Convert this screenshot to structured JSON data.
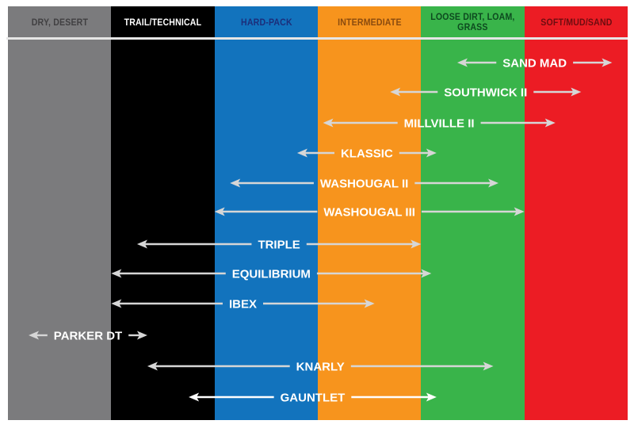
{
  "columns": [
    {
      "label": "DRY, DESERT",
      "bg": "#7b7b7d",
      "text_color": "#414042"
    },
    {
      "label": "TRAIL/TECHNICAL",
      "bg": "#000000",
      "text_color": "#ffffff"
    },
    {
      "label": "HARD-PACK",
      "bg": "#1273bd",
      "text_color": "#1c2e7a"
    },
    {
      "label": "INTERMEDIATE",
      "bg": "#f7941d",
      "text_color": "#8a4b0f"
    },
    {
      "label": "LOOSE DIRT, LOAM, GRASS",
      "bg": "#39b44a",
      "text_color": "#0d4a1f"
    },
    {
      "label": "SOFT/MUD/SAND",
      "bg": "#ec1c24",
      "text_color": "#6e0d10"
    }
  ],
  "tires": [
    {
      "label": "SAND MAD",
      "start_col": 4.35,
      "end_col": 5.85
    },
    {
      "label": "SOUTHWICK II",
      "start_col": 3.7,
      "end_col": 5.55
    },
    {
      "label": "MILLVILLE II",
      "start_col": 3.05,
      "end_col": 5.3
    },
    {
      "label": "KLASSIC",
      "start_col": 2.8,
      "end_col": 4.15
    },
    {
      "label": "WASHOUGAL II",
      "start_col": 2.15,
      "end_col": 4.75
    },
    {
      "label": "WASHOUGAL III",
      "start_col": 2.0,
      "end_col": 5.0
    },
    {
      "label": "TRIPLE",
      "start_col": 1.25,
      "end_col": 4.0
    },
    {
      "label": "EQUILIBRIUM",
      "start_col": 1.0,
      "end_col": 4.1
    },
    {
      "label": "IBEX",
      "start_col": 1.0,
      "end_col": 3.55
    },
    {
      "label": "PARKER DT",
      "start_col": 0.2,
      "end_col": 1.35
    },
    {
      "label": "KNARLY",
      "start_col": 1.35,
      "end_col": 4.7
    },
    {
      "label": "GAUNTLET",
      "start_col": 1.75,
      "end_col": 4.15
    }
  ],
  "arrow_color": "#d6d6d6",
  "accent_arrow_color": "#ffffff"
}
